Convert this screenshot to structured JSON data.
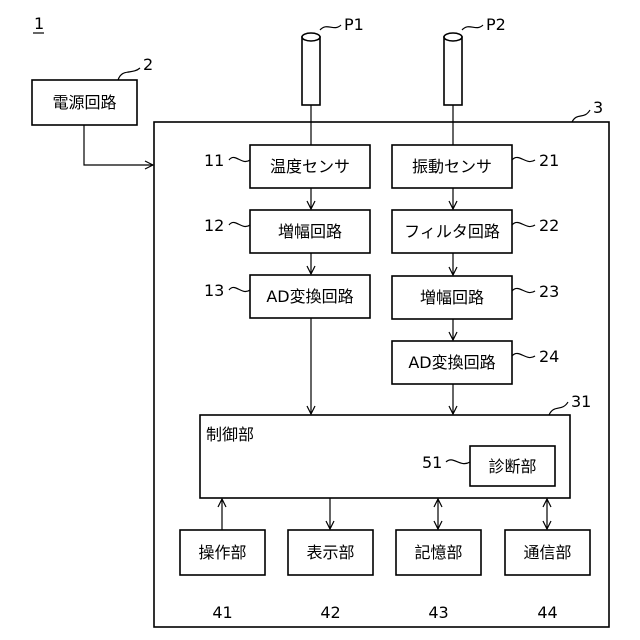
{
  "figure_number": "1",
  "probes": [
    {
      "id": "probe-p1",
      "label": "P1"
    },
    {
      "id": "probe-p2",
      "label": "P2"
    }
  ],
  "power": {
    "label": "電源回路",
    "ref": "2"
  },
  "device_ref": "3",
  "temp_chain": [
    {
      "label": "温度センサ",
      "ref": "11"
    },
    {
      "label": "増幅回路",
      "ref": "12"
    },
    {
      "label": "AD変換回路",
      "ref": "13"
    }
  ],
  "vib_chain": [
    {
      "label": "振動センサ",
      "ref": "21"
    },
    {
      "label": "フィルタ回路",
      "ref": "22"
    },
    {
      "label": "増幅回路",
      "ref": "23"
    },
    {
      "label": "AD変換回路",
      "ref": "24"
    }
  ],
  "control": {
    "label": "制御部",
    "ref": "31"
  },
  "diagnosis": {
    "label": "診断部",
    "ref": "51"
  },
  "bottom": [
    {
      "label": "操作部",
      "ref": "41"
    },
    {
      "label": "表示部",
      "ref": "42"
    },
    {
      "label": "記憶部",
      "ref": "43"
    },
    {
      "label": "通信部",
      "ref": "44"
    }
  ]
}
